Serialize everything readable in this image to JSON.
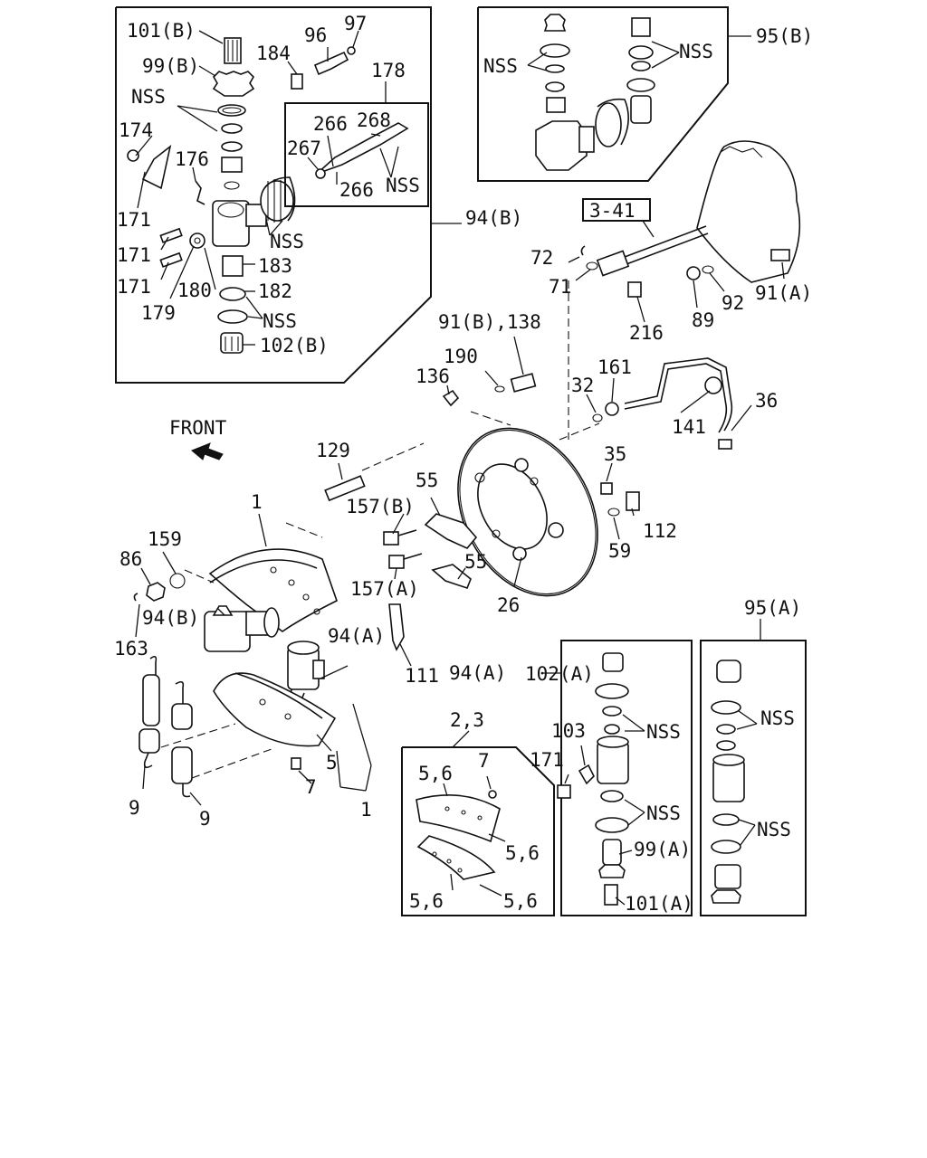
{
  "labels": {
    "l101b": "101(B)",
    "l99b": "99(B)",
    "nss_b1": "NSS",
    "l174": "174",
    "l176": "176",
    "l171a": "171",
    "l171b": "171",
    "l171c": "171",
    "l179": "179",
    "l180": "180",
    "nss_b2": "NSS",
    "l183": "183",
    "l182": "182",
    "nss_b3": "NSS",
    "l102b": "102(B)",
    "l184": "184",
    "l96": "96",
    "l97": "97",
    "l178": "178",
    "l266a": "266",
    "l268": "268",
    "l267": "267",
    "l266b": "266",
    "nss_178": "NSS",
    "l94b_box": "94(B)",
    "nss_95b_a": "NSS",
    "nss_95b_b": "NSS",
    "l95b": "95(B)",
    "l341": "3-41",
    "l72": "72",
    "l71": "71",
    "l216": "216",
    "l89": "89",
    "l92": "92",
    "l91a": "91(A)",
    "l91b138": "91(B),138",
    "l190": "190",
    "l136": "136",
    "l32": "32",
    "l161": "161",
    "l141": "141",
    "l36": "36",
    "front": "FRONT",
    "l129": "129",
    "l55a": "55",
    "l157b": "157(B)",
    "l55b": "55",
    "l157a": "157(A)",
    "l35": "35",
    "l112": "112",
    "l59": "59",
    "l26": "26",
    "l1a": "1",
    "l159": "159",
    "l86": "86",
    "l94b_mid": "94(B)",
    "l163": "163",
    "l94a_mid": "94(A)",
    "l111": "111",
    "l9a": "9",
    "l9b": "9",
    "l7a": "7",
    "l5a": "5",
    "l1b": "1",
    "l23": "2,3",
    "l56a": "5,6",
    "l7b": "7",
    "l56b": "5,6",
    "l56c": "5,6",
    "l56d": "5,6",
    "l94a_box": "94(A)",
    "l102a": "102(A)",
    "l103": "103",
    "nss_a1": "NSS",
    "l171d": "171",
    "nss_a2": "NSS",
    "l99a": "99(A)",
    "l101a": "101(A)",
    "l95a": "95(A)",
    "nss_95a_a": "NSS",
    "nss_95a_b": "NSS"
  }
}
